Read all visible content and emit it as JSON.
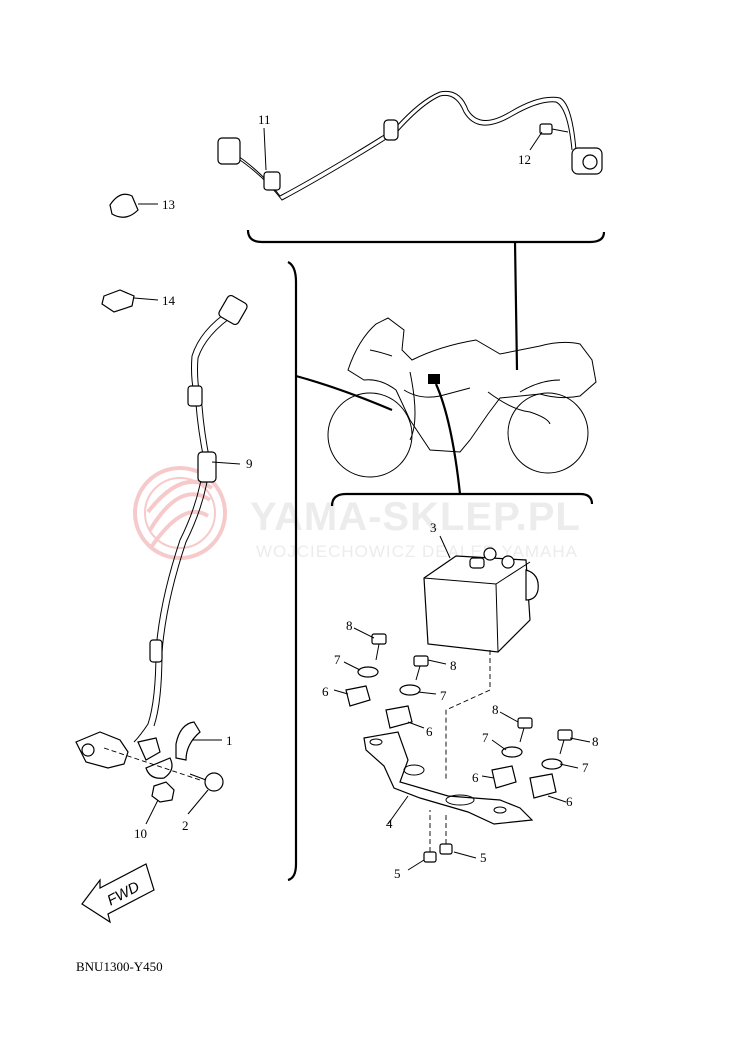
{
  "watermark": {
    "title": "YAMA-SKLEP.PL",
    "subtitle": "WOJCIECHOWICZ DEALER YAMAHA"
  },
  "diagram_code": "BNU1300-Y450",
  "fwd_label": "FWD",
  "callouts": {
    "c1": "1",
    "c2": "2",
    "c3": "3",
    "c4": "4",
    "c5a": "5",
    "c5b": "5",
    "c6a": "6",
    "c6b": "6",
    "c6c": "6",
    "c6d": "6",
    "c7a": "7",
    "c7b": "7",
    "c7c": "7",
    "c7d": "7",
    "c8a": "8",
    "c8b": "8",
    "c8c": "8",
    "c8d": "8",
    "c9": "9",
    "c10": "10",
    "c11": "11",
    "c12": "12",
    "c13": "13",
    "c14": "14"
  }
}
